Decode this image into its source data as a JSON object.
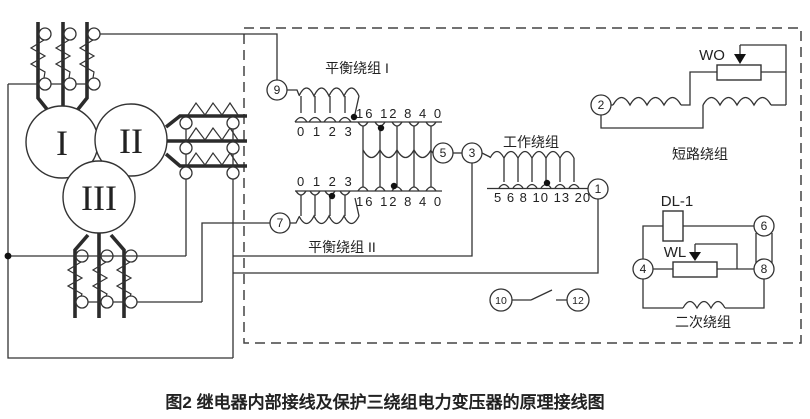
{
  "figure": {
    "caption": "图2 继电器内部接线及保护三绕组电力变压器的原理接线图",
    "transformer": {
      "w1": "I",
      "w2": "II",
      "w3": "III"
    },
    "relay": {
      "labels": {
        "balance1": "平衡绕组 I",
        "balance2": "平衡绕组 II",
        "working": "工作绕组",
        "short_circuit": "短路绕组",
        "secondary": "二次绕组",
        "wo": "WO",
        "wl": "WL",
        "dl": "DL-1"
      },
      "taps": {
        "balance1_positions": "0 1 2 3",
        "balance1_turns": "16 12 8 4 0",
        "balance2_positions": "0 1 2 3",
        "balance2_turns": "16 12 8 4 0",
        "working_turns": "5 6 8 10 13 20"
      },
      "terminals": {
        "t1": "1",
        "t2": "2",
        "t3": "3",
        "t4": "4",
        "t5": "5",
        "t6": "6",
        "t7": "7",
        "t8": "8",
        "t9": "9",
        "t10": "10",
        "t12": "12"
      }
    }
  }
}
